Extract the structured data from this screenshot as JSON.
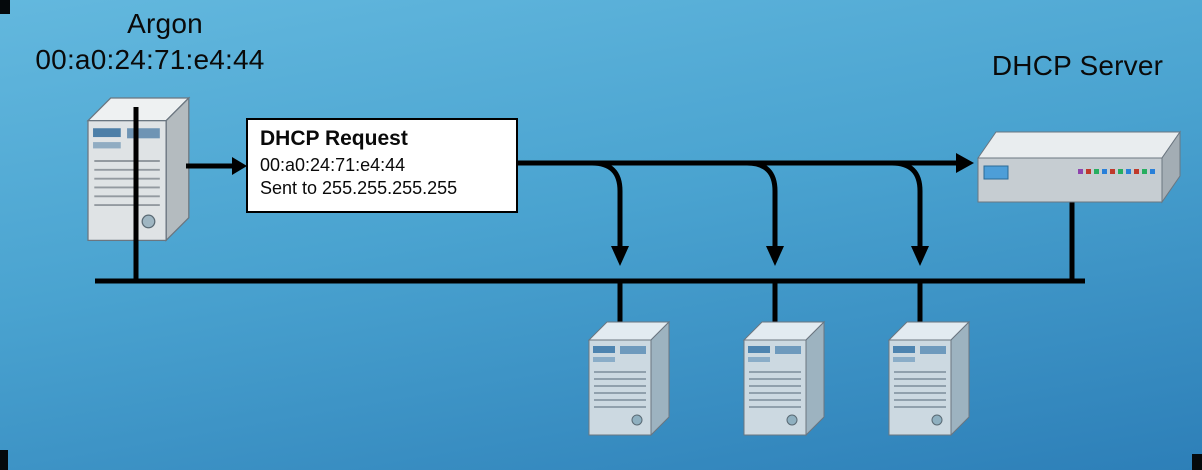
{
  "client": {
    "name": "Argon",
    "mac": "00:a0:24:71:e4:44"
  },
  "request_box": {
    "title": "DHCP Request",
    "mac_line": "00:a0:24:71:e4:44",
    "sent_line": "Sent to 255.255.255.255"
  },
  "server": {
    "label": "DHCP Server"
  },
  "icons": {
    "client": "tower-computer-icon",
    "workstations": "tower-computer-icon",
    "server": "rack-server-icon"
  },
  "colors": {
    "background_top": "#5fb6dd",
    "background_bottom": "#2d7fb8",
    "line": "#000000",
    "request_box_background": "#ffffff",
    "request_box_border": "#000000",
    "text": "#0a0a0a"
  }
}
